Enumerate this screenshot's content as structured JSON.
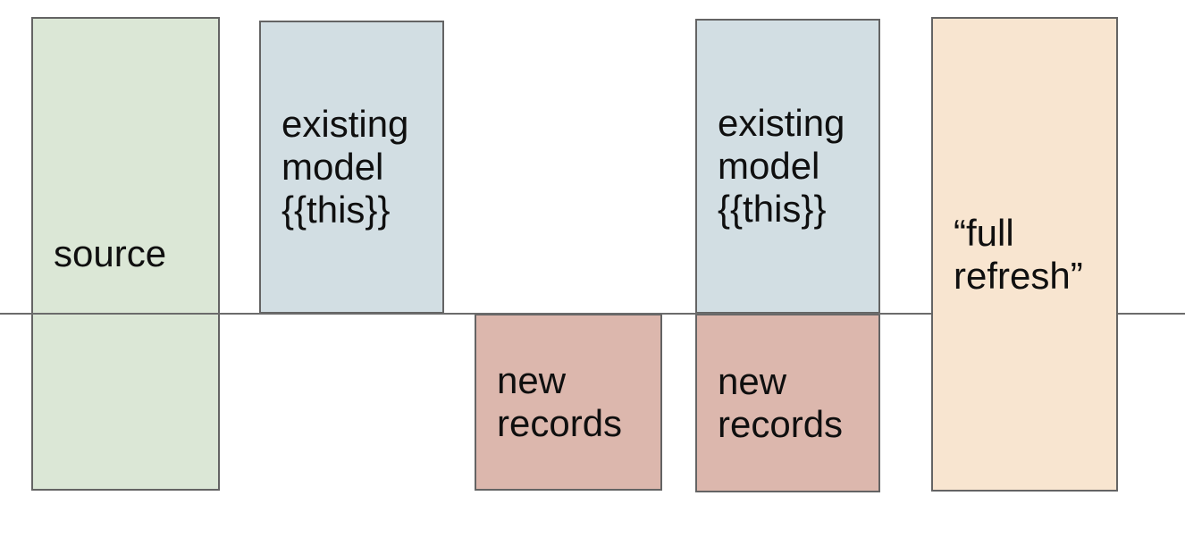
{
  "canvas": {
    "background": "#ffffff"
  },
  "divider": {
    "color": "#6b6b6b"
  },
  "colors": {
    "source_fill": "#dbe7d6",
    "existing_model_fill": "#d2dee3",
    "new_records_fill": "#dcb7ad",
    "full_refresh_fill": "#f8e5d0",
    "box_border": "#646464",
    "text": "#0f0f0f"
  },
  "boxes": [
    {
      "name": "source",
      "text": "source"
    },
    {
      "name": "existing-model-1",
      "text": "existing\nmodel\n{{this}}"
    },
    {
      "name": "new-records-1",
      "text": "new\nrecords"
    },
    {
      "name": "existing-model-2",
      "text": "existing\nmodel\n{{this}}"
    },
    {
      "name": "new-records-2",
      "text": "new\nrecords"
    },
    {
      "name": "full-refresh",
      "text": "“full\nrefresh”"
    }
  ]
}
